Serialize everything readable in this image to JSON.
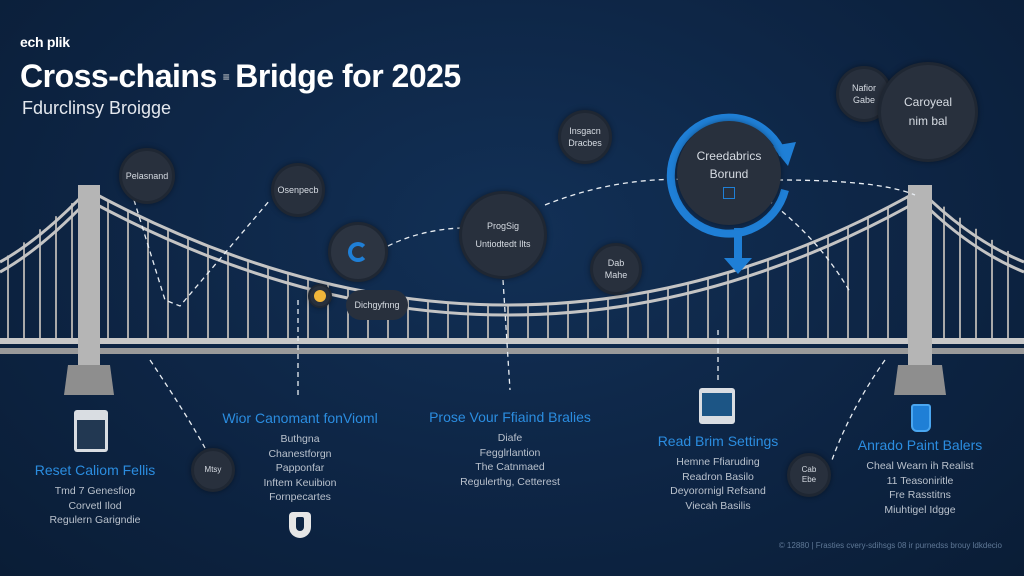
{
  "header": {
    "logo": "ech plik",
    "title_left": "Cross-chains",
    "title_mid": "≡",
    "title_right": "Bridge for 2025",
    "subtitle": "Fdurclinsy Broigge"
  },
  "nodes": [
    {
      "id": "pelasnand",
      "lines": [
        "Pelasnand"
      ]
    },
    {
      "id": "osenpecb",
      "lines": [
        "Osenpecb"
      ]
    },
    {
      "id": "dichgyfnng",
      "lines": [
        "Dichgyfnng"
      ]
    },
    {
      "id": "prog",
      "lines": [
        "ProgSig",
        "Untiodtedt Ilts"
      ]
    },
    {
      "id": "insgacn",
      "lines": [
        "Insgacn",
        "Dracbes"
      ]
    },
    {
      "id": "dab",
      "lines": [
        "Dab",
        "Mahe"
      ]
    },
    {
      "id": "creedabrics",
      "lines": [
        "Creedabrics",
        "Borund"
      ]
    },
    {
      "id": "nafior",
      "lines": [
        "Nafior",
        "Gabe"
      ]
    },
    {
      "id": "caroyeal",
      "lines": [
        "Caroyeal",
        "nim bal"
      ]
    },
    {
      "id": "mtsy",
      "lines": [
        "Mtsy"
      ]
    },
    {
      "id": "cab",
      "lines": [
        "Cab",
        "Ebe"
      ]
    }
  ],
  "sections": [
    {
      "heading": "Reset Caliom Fellis",
      "items": [
        "Tmd 7 Genesfiop",
        "Corvetl Ilod",
        "Regulern Garigndie"
      ]
    },
    {
      "heading": "Wior Canomant fonVioml",
      "items": [
        "Buthgna",
        "Chanestforgn",
        "Papponfar",
        "Inftem Keuibion",
        "Fornpecartes"
      ]
    },
    {
      "heading": "Prose Vour Ffiaind Bralies",
      "items": [
        "Diafe",
        "Fegglrlantion",
        "The Catnmaed",
        "Regulerthg, Cetterest"
      ]
    },
    {
      "heading": "Read Brim Settings",
      "items": [
        "Hemne Ffiaruding",
        "Readron Basilo",
        "Deyorornigl Refsand",
        "Viecah Basilis"
      ]
    },
    {
      "heading": "Anrado Paint Balers",
      "items": [
        "Cheal Wearn ih Realist",
        "11 Teasoniritle",
        "Fre Rasstitns",
        "Miuhtigel Idgge"
      ]
    }
  ],
  "footer": "© 12880 | Frasties cvery-sdihsgs 08 ir purnedss brouy ldkdecio",
  "colors": {
    "background": "#0d2340",
    "accent": "#1f7fd6",
    "logo": "#e2631f",
    "bridge": "#b8b8b8"
  }
}
